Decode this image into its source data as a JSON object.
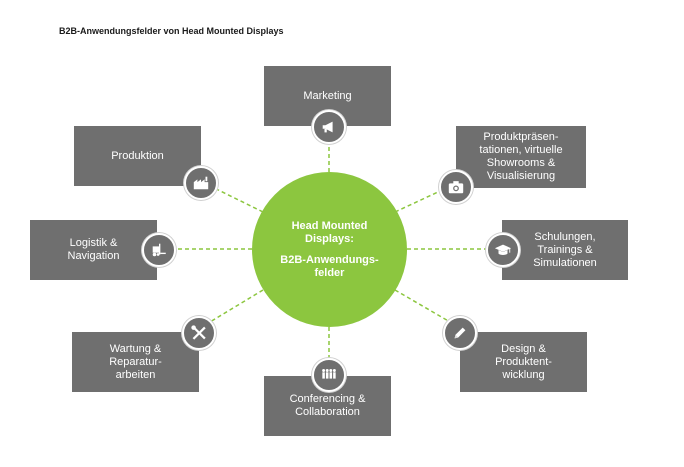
{
  "title": "B2B-Anwendungsfelder von Head Mounted Displays",
  "center": {
    "line1": "Head Mounted\nDisplays:",
    "line2": "B2B-Anwendungs-\nfelder"
  },
  "colors": {
    "accent": "#8cc63f",
    "box": "#6f6f6f"
  },
  "nodes": [
    {
      "label": "Marketing",
      "icon": "megaphone-icon"
    },
    {
      "label": "Produktpräsen-\ntationen, virtuelle\nShowrooms &\nVisualisierung",
      "icon": "camera-icon"
    },
    {
      "label": "Schulungen,\nTrainings &\nSimulationen",
      "icon": "graduation-cap-icon"
    },
    {
      "label": "Design &\nProduktent-\nwicklung",
      "icon": "pencil-icon"
    },
    {
      "label": "Conferencing &\nCollaboration",
      "icon": "people-group-icon"
    },
    {
      "label": "Wartung &\nReparatur-\narbeiten",
      "icon": "tools-icon"
    },
    {
      "label": "Logistik &\nNavigation",
      "icon": "forklift-icon"
    },
    {
      "label": "Produktion",
      "icon": "factory-icon"
    }
  ]
}
